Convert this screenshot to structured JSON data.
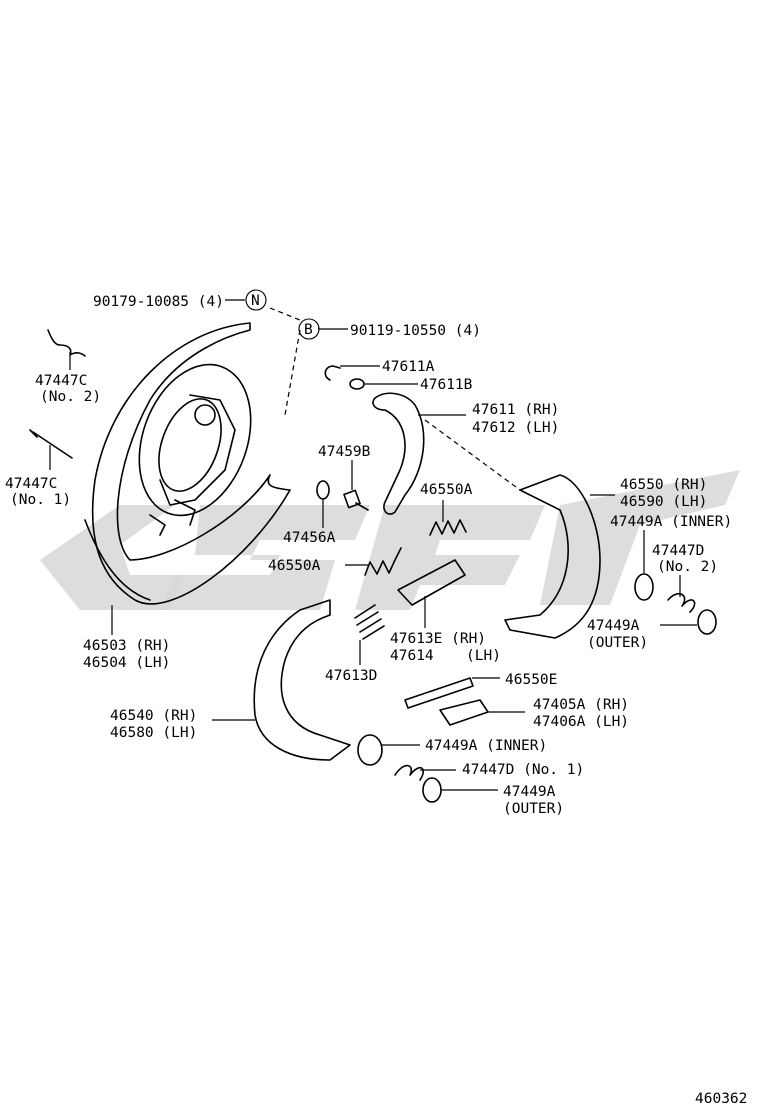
{
  "diagram_id": "460362",
  "callouts": {
    "n_symbol": "N",
    "b_symbol": "B",
    "bolt_n": "90179-10085 (4)",
    "bolt_b": "90119-10550 (4)"
  },
  "parts": {
    "c47447c_no2_a": "47447C",
    "c47447c_no2_b": "(No. 2)",
    "c47447c_no1_a": "47447C",
    "c47447c_no1_b": "(No. 1)",
    "p47611a": "47611A",
    "p47611b": "47611B",
    "p47611": "47611 (RH)",
    "p47612": "47612 (LH)",
    "p47459b": "47459B",
    "p46550a_top": "46550A",
    "p47456a": "47456A",
    "p46550a_mid": "46550A",
    "p46550": "46550 (RH)",
    "p46590": "46590 (LH)",
    "p47449a_inner_top": "47449A (INNER)",
    "p47447d_top_a": "47447D",
    "p47447d_top_b": "(No. 2)",
    "p47449a_outer_top_a": "47449A",
    "p47449a_outer_top_b": "(OUTER)",
    "p47613e": "47613E (RH)",
    "p47614": "47614",
    "p47614_lh": "(LH)",
    "p46503": "46503 (RH)",
    "p46504": "46504 (LH)",
    "p47613d": "47613D",
    "p46550e": "46550E",
    "p47405a": "47405A (RH)",
    "p47406a": "47406A (LH)",
    "p46540": "46540 (RH)",
    "p46580": "46580 (LH)",
    "p47449a_inner_bot": "47449A (INNER)",
    "p47447d_bot": "47447D (No. 1)",
    "p47449a_outer_bot_a": "47449A",
    "p47449a_outer_bot_b": "(OUTER)"
  }
}
